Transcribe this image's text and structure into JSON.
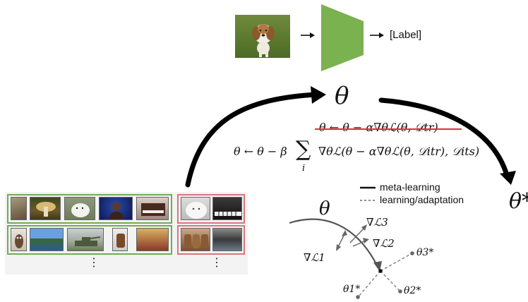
{
  "top": {
    "label_text": "[Label]"
  },
  "theta": {
    "main": "θ",
    "right": "θ*",
    "small": "θ"
  },
  "equations": {
    "struck": "θ ← θ − α∇θℒ(θ, 𝒟tr)",
    "meta_left": "θ ← θ − β",
    "sum_symbol": "∑",
    "sum_index": "i",
    "meta_right": "∇θℒ(θ − α∇θℒ(θ, 𝒟itr), 𝒟its)"
  },
  "legend": {
    "meta": "meta-learning",
    "adapt": "learning/adaptation"
  },
  "grad_labels": {
    "g1": "∇ℒ1",
    "g2": "∇ℒ2",
    "g3": "∇ℒ3"
  },
  "optima": {
    "t1": "θ1*",
    "t2": "θ2*",
    "t3": "θ3*"
  },
  "dots": "⋮",
  "colors": {
    "green_panel": "#6fae4f",
    "red_panel": "#d9767a",
    "network": "#7ab24f",
    "strike": "#e03030"
  }
}
